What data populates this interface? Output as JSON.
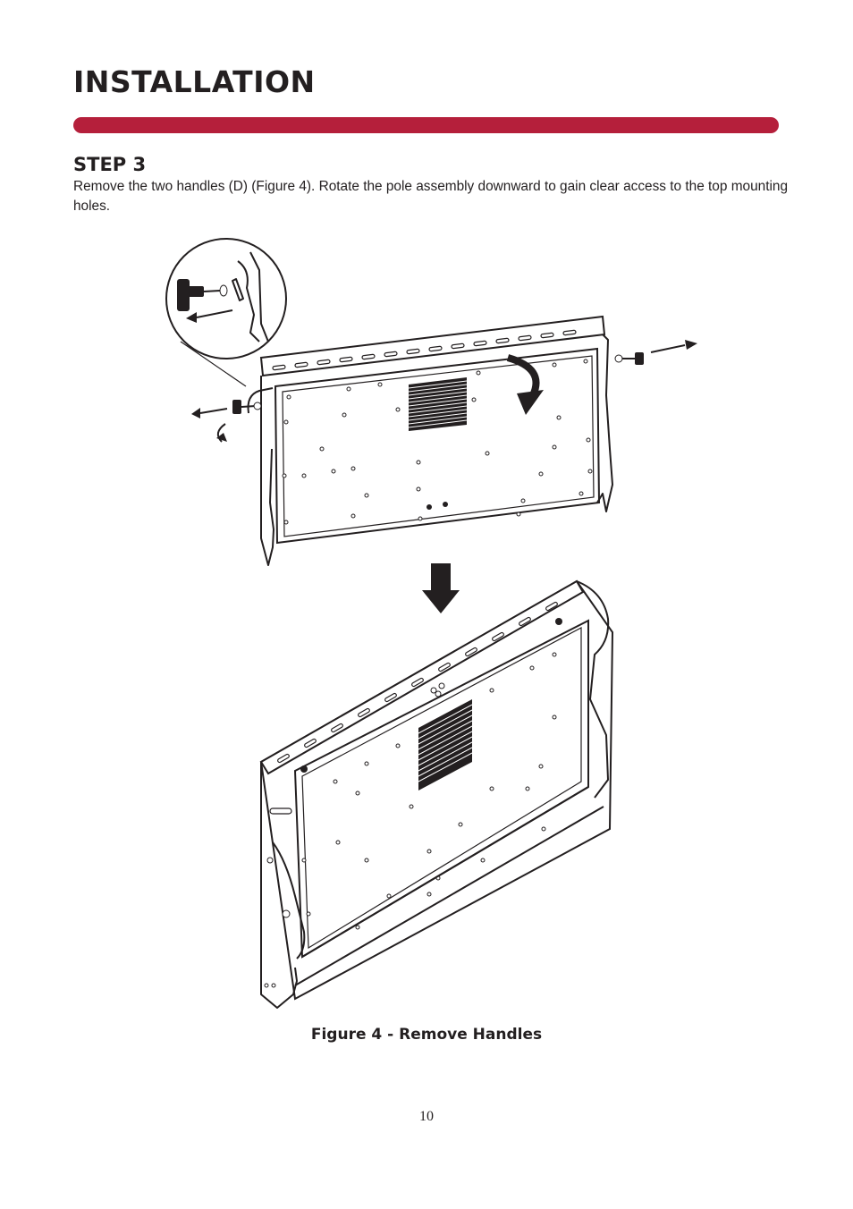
{
  "page": {
    "title": "INSTALLATION",
    "accent_color": "#b51f3b",
    "step_heading": "STEP 3",
    "instruction": "Remove the two handles (D) (Figure 4). Rotate the pole assembly downward to gain clear access to the top mounting holes.",
    "figure_caption": "Figure 4 - Remove Handles",
    "page_number": "10"
  }
}
